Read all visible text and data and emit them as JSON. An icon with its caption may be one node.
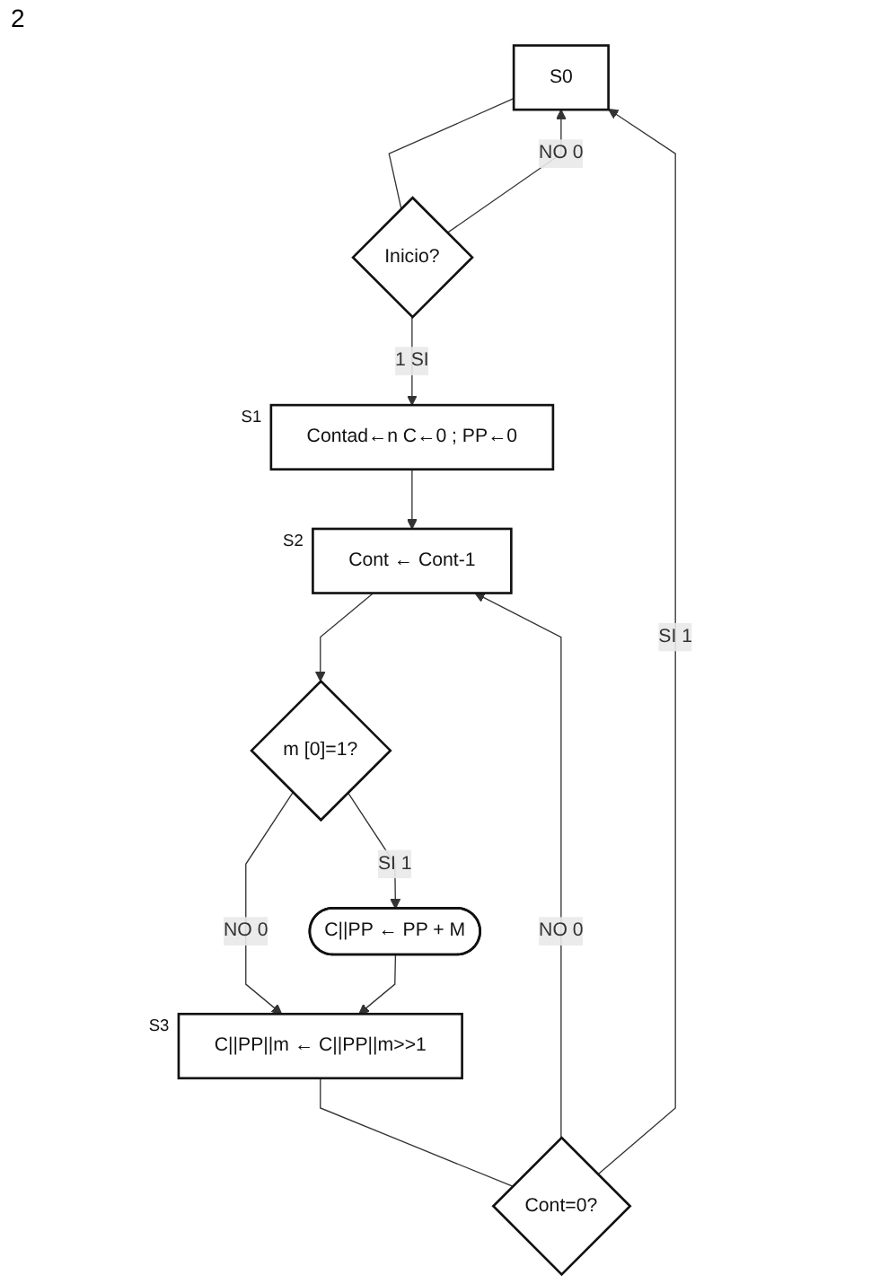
{
  "diagram": {
    "nodes": [
      {
        "text": [
          "S0"
        ]
      },
      {
        "text": [
          "Inicio?"
        ]
      },
      {
        "text": [
          "Contad←n C←0 ; PP←0"
        ],
        "beside": [
          "S1"
        ]
      },
      {
        "text": [
          "Cont ← Cont-1"
        ],
        "beside": [
          "S2"
        ]
      },
      {
        "text": [
          "m [0]=1?"
        ]
      },
      {
        "text": [
          "C||PP ← PP + M"
        ]
      },
      {
        "text": [
          "C||PP||m ← C||PP||m>>1"
        ],
        "beside": [
          "S3"
        ]
      },
      {
        "text": [
          "Cont=0?"
        ]
      }
    ],
    "edges": [
      {
        "from": 0,
        "to": 1,
        "arrow": "none"
      },
      {
        "from": 1,
        "to": 0,
        "arrow": "to",
        "label": "NO 0"
      },
      {
        "from": 1,
        "to": 2,
        "arrow": "to",
        "label": "1 SI"
      },
      {
        "from": 2,
        "to": 3,
        "arrow": "to"
      },
      {
        "from": 3,
        "to": 4,
        "arrow": "to"
      },
      {
        "from": 4,
        "to": 5,
        "arrow": "to",
        "label": "SI 1"
      },
      {
        "from": 4,
        "to": 6,
        "arrow": "to",
        "label": "NO 0"
      },
      {
        "from": 5,
        "to": 6,
        "arrow": "to"
      },
      {
        "from": 6,
        "to": 7,
        "arrow": "none"
      },
      {
        "from": 7,
        "to": 3,
        "arrow": "to",
        "label": "NO 0"
      },
      {
        "from": 7,
        "to": 0,
        "arrow": "to",
        "label": "SI 1"
      }
    ],
    "labels": [
      "2"
    ]
  }
}
